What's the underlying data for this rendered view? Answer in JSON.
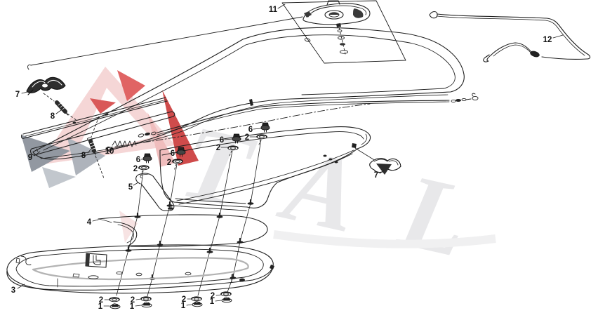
{
  "diagram": {
    "kind": "exploded-parts-diagram",
    "background_color": "#ffffff",
    "line_color": "#1f1f1f",
    "watermark": {
      "visible_letters": "TAL",
      "letters_color": "#e8e8ea",
      "logo_colors": {
        "pink": "#f5d6d6",
        "red": "#e06464",
        "dark_red": "#cf4b4b",
        "gray": "#9298a1",
        "light_gray": "#c2c7cd"
      }
    },
    "part_labels": [
      {
        "part": "11"
      },
      {
        "part": "12"
      },
      {
        "part": "7"
      },
      {
        "part": "8"
      },
      {
        "part": "9"
      },
      {
        "part": "8"
      },
      {
        "part": "10"
      },
      {
        "part": "6"
      },
      {
        "part": "2"
      },
      {
        "part": "6"
      },
      {
        "part": "2"
      },
      {
        "part": "6"
      },
      {
        "part": "2"
      },
      {
        "part": "6"
      },
      {
        "part": "2"
      },
      {
        "part": "5"
      },
      {
        "part": "7"
      },
      {
        "part": "4"
      },
      {
        "part": "3"
      },
      {
        "part": "2"
      },
      {
        "part": "1"
      },
      {
        "part": "2"
      },
      {
        "part": "1"
      },
      {
        "part": "2"
      },
      {
        "part": "1"
      },
      {
        "part": "2"
      },
      {
        "part": "1"
      }
    ]
  }
}
